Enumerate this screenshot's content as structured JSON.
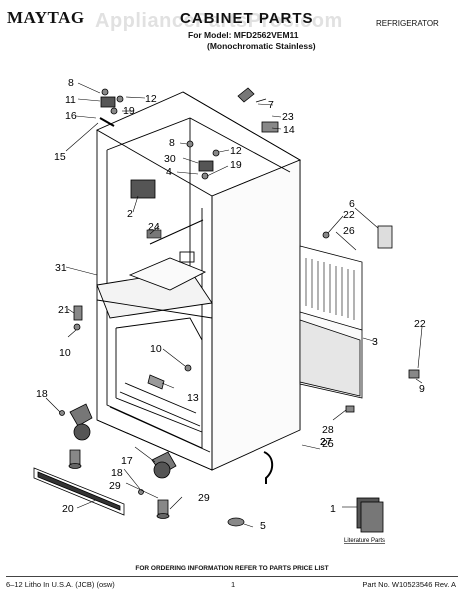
{
  "header": {
    "brand": "MAYTAG",
    "watermark": "AppliancePartsPros.com",
    "title": "CABINET PARTS",
    "model_line": "For Model: MFD2562VEM11",
    "variant_line": "(Monochromatic Stainless)",
    "category": "REFRIGERATOR"
  },
  "diagram": {
    "literature_label": "Literature Parts",
    "callouts": [
      "8",
      "11",
      "16",
      "12",
      "19",
      "15",
      "7",
      "23",
      "14",
      "8",
      "30",
      "12",
      "4",
      "19",
      "2",
      "24",
      "6",
      "22",
      "26",
      "31",
      "3",
      "22",
      "27",
      "21",
      "10",
      "10",
      "13",
      "18",
      "9",
      "28",
      "25",
      "17",
      "18",
      "29",
      "27",
      "20",
      "29",
      "5",
      "1"
    ]
  },
  "footer": {
    "note": "FOR ORDERING INFORMATION REFER TO PARTS PRICE LIST",
    "left": "6–12 Litho In U.S.A. (JCB) (osw)",
    "page": "1",
    "right": "Part No. W10523546 Rev. A"
  }
}
